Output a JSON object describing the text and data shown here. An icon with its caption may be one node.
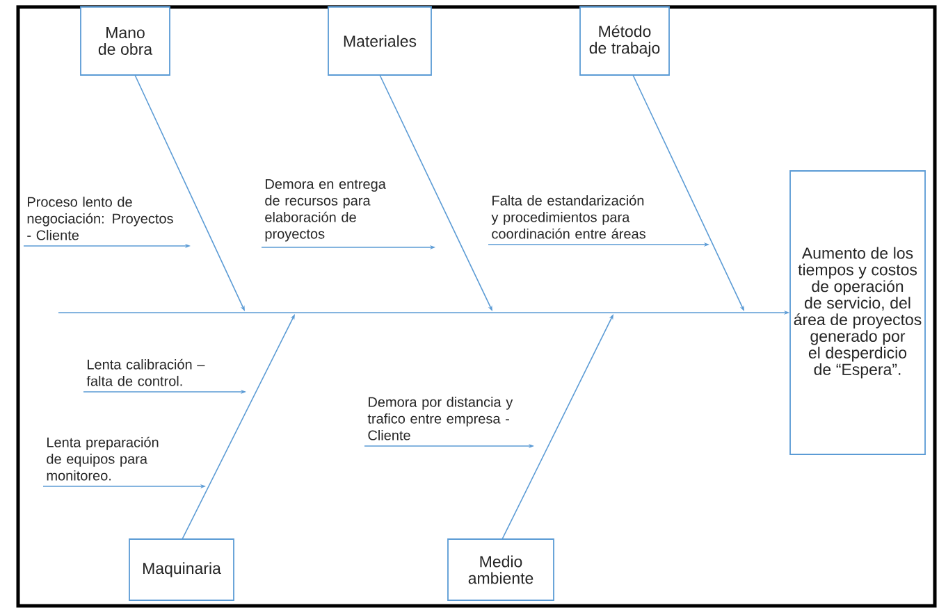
{
  "diagram": {
    "nodes": [
      {
        "text": [
          "Mano de obra"
        ]
      },
      {
        "text": [
          "Materiales"
        ]
      },
      {
        "text": [
          "Método de trabajo"
        ]
      },
      {
        "text": [
          "Proceso lento de negociación: Proyectos - Cliente"
        ]
      },
      {
        "text": [
          "Demora en entrega de recursos para elaboración de proyectos"
        ]
      },
      {
        "text": [
          "Falta de estandarización y procedimientos para coordinación entre áreas"
        ]
      },
      {
        "text": [
          "Aumento de los tiempos y costos de operación de servicio, del área de proyectos generado por el desperdicio de “Espera”."
        ]
      },
      {
        "text": [
          "Lenta calibración – falta de control."
        ]
      },
      {
        "text": [
          "Lenta preparación de equipos para monitoreo."
        ]
      },
      {
        "text": [
          "Demora por distancia y trafico entre empresa - Cliente"
        ]
      },
      {
        "text": [
          "Maquinaria"
        ]
      },
      {
        "text": [
          "Medio ambiente"
        ]
      }
    ],
    "edges": [
      {
        "from": null,
        "to": 6,
        "arrow": "to"
      },
      {
        "from": 0,
        "to": null,
        "arrow": "to"
      },
      {
        "from": 1,
        "to": null,
        "arrow": "to"
      },
      {
        "from": 2,
        "to": null,
        "arrow": "to"
      },
      {
        "from": 10,
        "to": null,
        "arrow": "to"
      },
      {
        "from": 11,
        "to": null,
        "arrow": "to"
      },
      {
        "from": 3,
        "to": null,
        "arrow": "to"
      },
      {
        "from": 4,
        "to": null,
        "arrow": "to"
      },
      {
        "from": 5,
        "to": null,
        "arrow": "to"
      },
      {
        "from": 7,
        "to": null,
        "arrow": "to"
      },
      {
        "from": 8,
        "to": null,
        "arrow": "to"
      },
      {
        "from": 9,
        "to": null,
        "arrow": "to"
      }
    ]
  }
}
